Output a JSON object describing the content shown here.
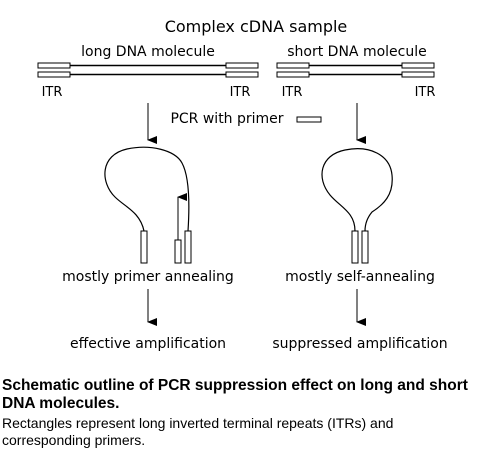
{
  "diagram": {
    "top_title": "Complex cDNA sample",
    "long_label": "long DNA molecule",
    "short_label": "short DNA molecule",
    "itr_label": "ITR",
    "pcr_label": "PCR with primer",
    "left_outcome": "mostly primer annealing",
    "right_outcome": "mostly self-annealing",
    "left_result": "effective amplification",
    "right_result": "suppressed amplification"
  },
  "caption": {
    "title": "Schematic outline of PCR suppression effect on long and short DNA molecules.",
    "body": "Rectangles represent long inverted terminal repeats (ITRs) and corresponding primers."
  }
}
